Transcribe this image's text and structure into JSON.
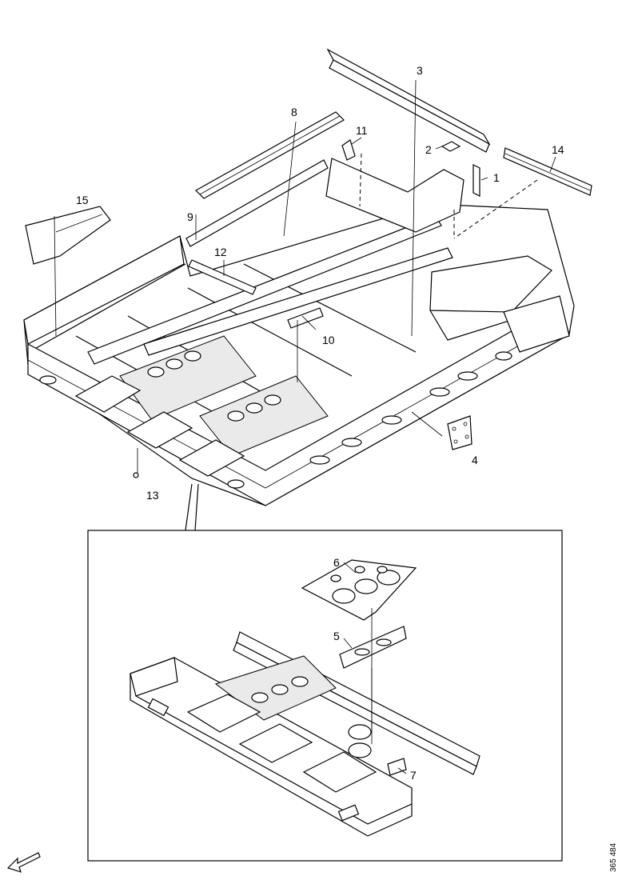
{
  "callouts": {
    "c1": "1",
    "c2": "2",
    "c3": "3",
    "c4": "4",
    "c5": "5",
    "c6": "6",
    "c7": "7",
    "c8": "8",
    "c9": "9",
    "c10": "10",
    "c11": "11",
    "c12": "12",
    "c13": "13",
    "c14": "14",
    "c15": "15"
  },
  "document_number": "365 484"
}
